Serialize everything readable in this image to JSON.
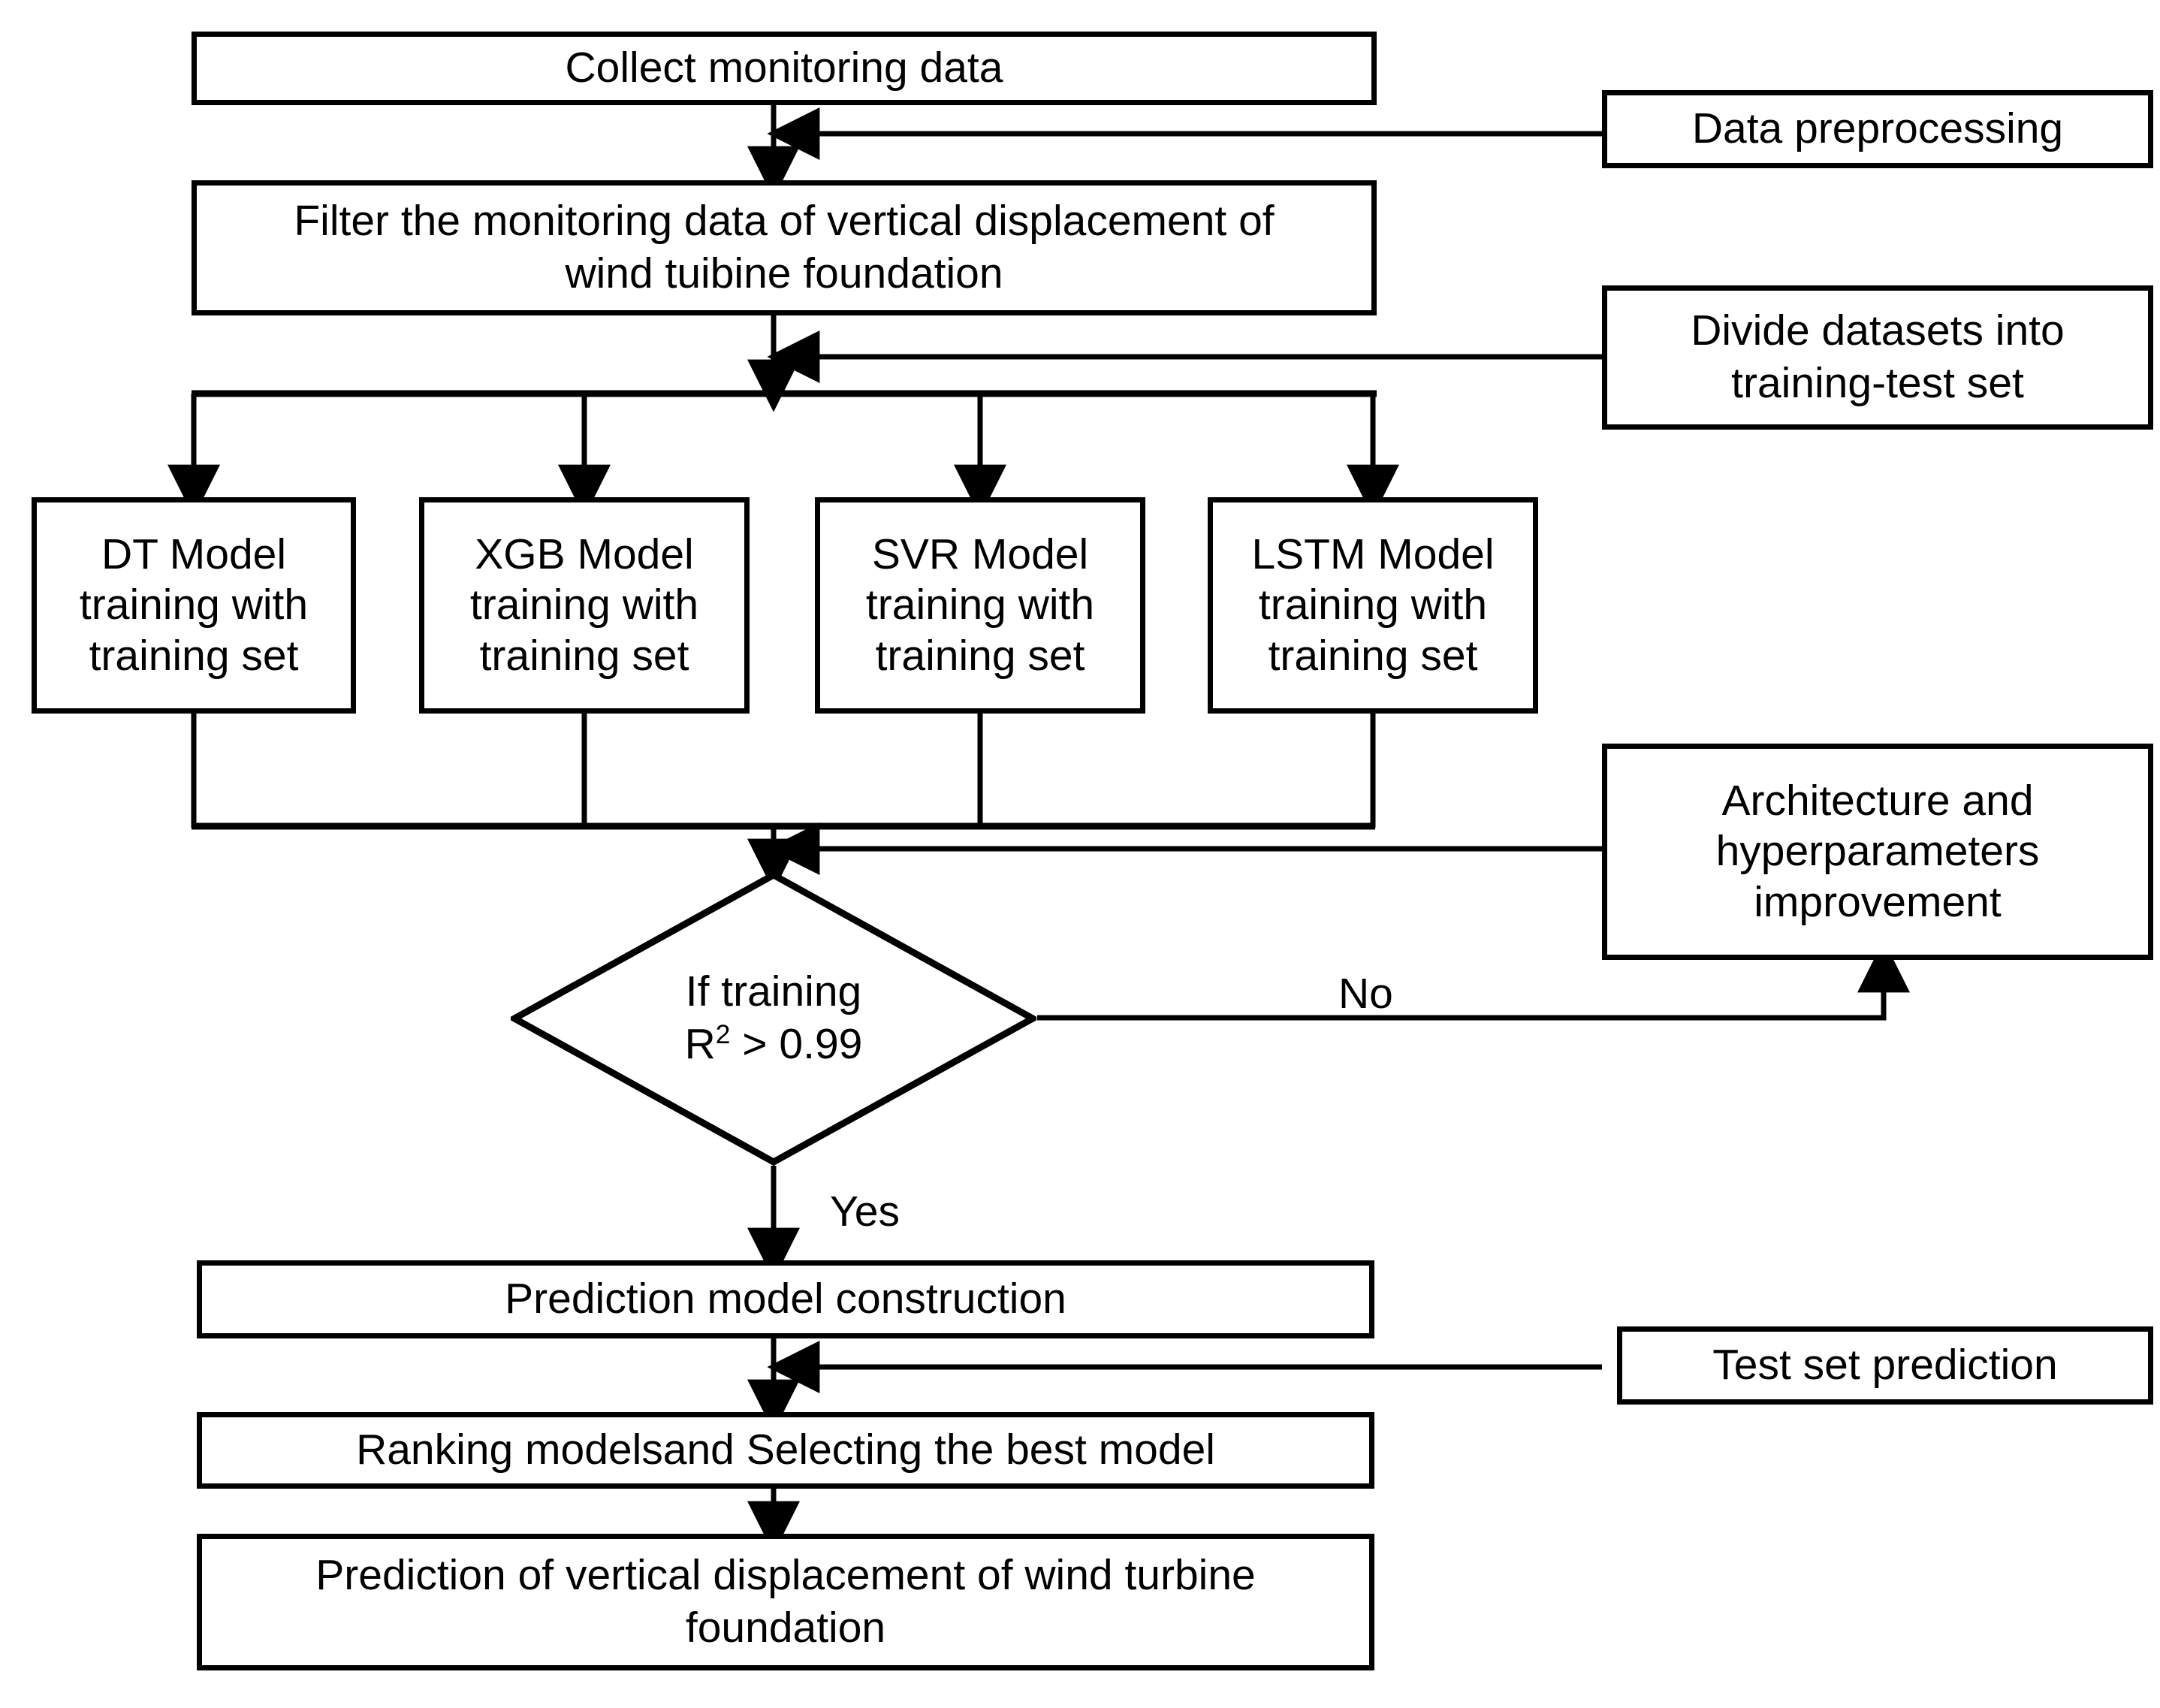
{
  "diagram": {
    "title": "Wind turbine foundation vertical displacement prediction workflow",
    "stroke_color": "#000000",
    "fill_color": "#ffffff",
    "text_color": "#000000"
  },
  "nodes": {
    "collect": {
      "label": "Collect monitoring data"
    },
    "filter": {
      "label": "Filter the monitoring data of vertical displacement of\nwind tuibine foundation"
    },
    "dt": {
      "label": "DT Model\ntraining with\ntraining set"
    },
    "xgb": {
      "label": "XGB Model\ntraining with\ntraining set"
    },
    "svr": {
      "label": "SVR Model\ntraining with\ntraining set"
    },
    "lstm": {
      "label": "LSTM Model\ntraining with\ntraining set"
    },
    "decision": {
      "line1": "If training",
      "line2_prefix": "R",
      "line2_sup": "2",
      "line2_suffix": " > 0.99"
    },
    "prediction_model": {
      "label": "Prediction model construction"
    },
    "ranking": {
      "label": "Ranking modelsand Selecting the best model"
    },
    "final": {
      "label": "Prediction of vertical displacement of wind turbine\nfoundation"
    },
    "preprocessing": {
      "label": "Data preprocessing"
    },
    "divide": {
      "label": "Divide datasets into\ntraining-test set"
    },
    "architecture": {
      "label": "Architecture and\nhyperparameters\nimprovement"
    },
    "testset": {
      "label": "Test set prediction"
    }
  },
  "edge_labels": {
    "no": "No",
    "yes": "Yes"
  }
}
